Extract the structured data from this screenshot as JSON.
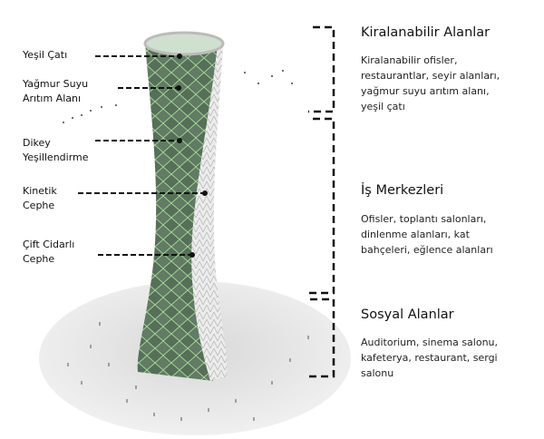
{
  "left_labels": [
    {
      "line1": "Yeşil Çatı",
      "line2": ""
    },
    {
      "line1": "Yağmur Suyu",
      "line2": "Arıtım Alanı"
    },
    {
      "line1": "Dikey",
      "line2": "Yeşillendirme"
    },
    {
      "line1": "Kinetik",
      "line2": "Cephe"
    },
    {
      "line1": "Çift Cidarlı",
      "line2": "Cephe"
    }
  ],
  "zones": [
    {
      "title": "Kiralanabilir Alanlar",
      "lines": [
        "Kiralanabilir ofisler,",
        "restaurantlar, seyir alanları,",
        "yağmur suyu arıtım alanı,",
        "yeşil çatı"
      ]
    },
    {
      "title": "İş Merkezleri",
      "lines": [
        "Ofisler, toplantı salonları,",
        "dinlenme alanları, kat",
        "bahçeleri, eğlence alanları"
      ]
    },
    {
      "title": "Sosyal Alanlar",
      "lines": [
        "Auditorium, sinema salonu,",
        "kafeterya, restaurant, sergi",
        "salonu"
      ]
    }
  ],
  "colors": {
    "facade_green": "#5f7a62",
    "lattice": "#9fcf8f",
    "roof": "#cfe0cf",
    "ground": "#e4e4e4"
  }
}
